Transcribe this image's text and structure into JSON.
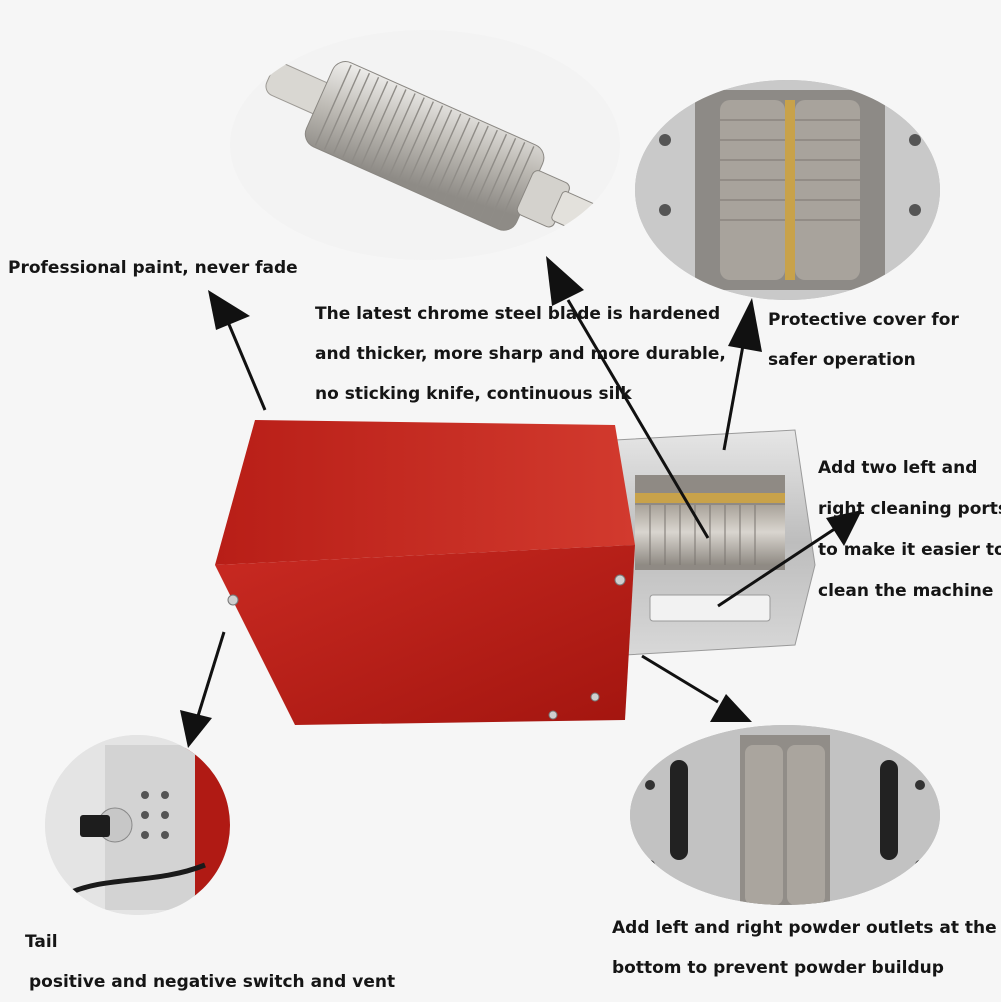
{
  "captions": {
    "paint": [
      "Professional paint, never fade"
    ],
    "blade": [
      "The latest chrome steel blade is hardened",
      "and thicker, more sharp and more durable,",
      "no sticking knife, continuous silk"
    ],
    "cover": [
      "Protective cover for",
      "safer operation"
    ],
    "cleaning": [
      "Add two left and",
      "right cleaning ports",
      "to make it easier to",
      "clean the machine"
    ],
    "tail": [
      "Tail",
      "positive and negative switch and vent"
    ],
    "powder": [
      "Add left and right powder outlets at the",
      "bottom to prevent powder buildup"
    ]
  },
  "colors": {
    "body_red": "#c0201a",
    "steel": "#c9c9c9",
    "arrow": "#111111"
  }
}
